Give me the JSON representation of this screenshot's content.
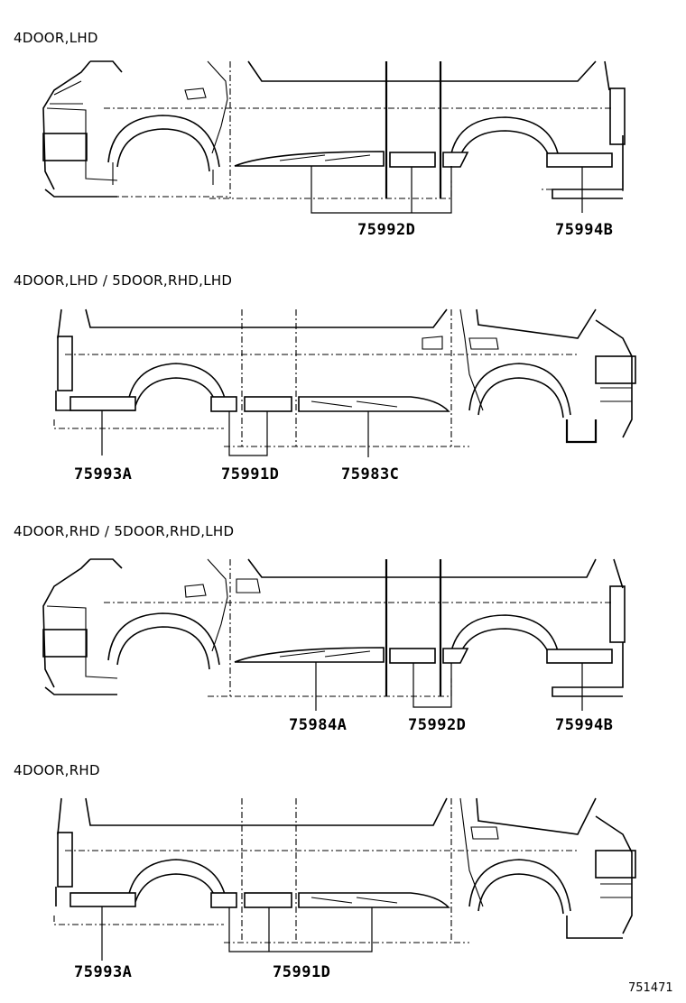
{
  "diagram": {
    "sections": [
      {
        "heading": "4DOOR,LHD",
        "parts": [
          "75992D",
          "75994B"
        ]
      },
      {
        "heading": "4DOOR,LHD / 5DOOR,RHD,LHD",
        "parts": [
          "75993A",
          "75991D",
          "75983C"
        ]
      },
      {
        "heading": "4DOOR,RHD / 5DOOR,RHD,LHD",
        "parts": [
          "75984A",
          "75992D",
          "75994B"
        ]
      },
      {
        "heading": "4DOOR,RHD",
        "parts": [
          "75993A",
          "75991D"
        ]
      }
    ],
    "figure_code": "751471"
  }
}
